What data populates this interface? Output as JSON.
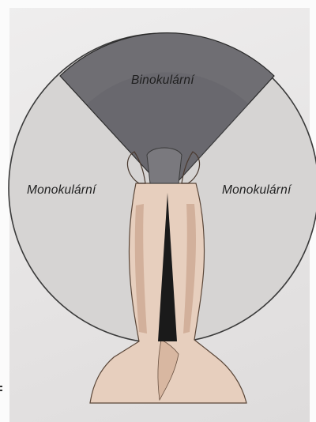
{
  "diagram": {
    "zones": {
      "binocular_label": "Binokulární",
      "monocular_left_label": "Monokulární",
      "monocular_right_label": "Monokulární"
    },
    "colors": {
      "binocular_fill": "#6f6e73",
      "monocular_fill": "#d6d4d3",
      "blind_spot_fill": "#1a1a1a",
      "horse_fill": "#e7cfbe",
      "circle_outline": "#3a3a3a"
    }
  }
}
